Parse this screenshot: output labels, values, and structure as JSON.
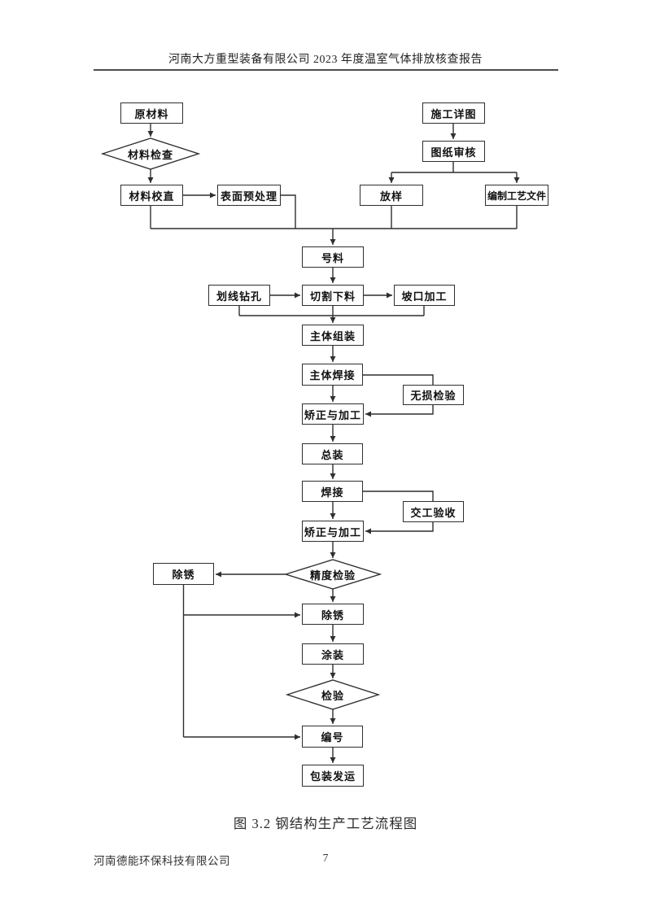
{
  "header": {
    "title": "河南大方重型装备有限公司 2023 年度温室气体排放核查报告"
  },
  "flowchart": {
    "nodes": {
      "raw_material": "原材料",
      "material_check": "材料检查",
      "material_straighten": "材料校直",
      "surface_pretreatment": "表面预处理",
      "construction_drawing": "施工详图",
      "drawing_review": "图纸审核",
      "lofting": "放样",
      "process_documents": "编制工艺文件",
      "marking": "号料",
      "line_drilling": "划线钻孔",
      "cutting": "切割下料",
      "groove_processing": "坡口加工",
      "main_assembly": "主体组装",
      "main_welding": "主体焊接",
      "ndt_inspection": "无损检验",
      "correction_processing_1": "矫正与加工",
      "general_assembly": "总装",
      "welding": "焊接",
      "handover_acceptance": "交工验收",
      "correction_processing_2": "矫正与加工",
      "precision_inspection": "精度检验",
      "derusting_left": "除锈",
      "derusting": "除锈",
      "painting": "涂装",
      "final_inspection": "检验",
      "numbering": "编号",
      "packing_shipping": "包装发运"
    }
  },
  "figure": {
    "caption": "图 3.2 钢结构生产工艺流程图"
  },
  "footer": {
    "company": "河南德能环保科技有限公司",
    "page_number": "7"
  },
  "colors": {
    "line_color": "#2f2f2f",
    "text_color": "#111111",
    "page_background": "#ffffff"
  }
}
